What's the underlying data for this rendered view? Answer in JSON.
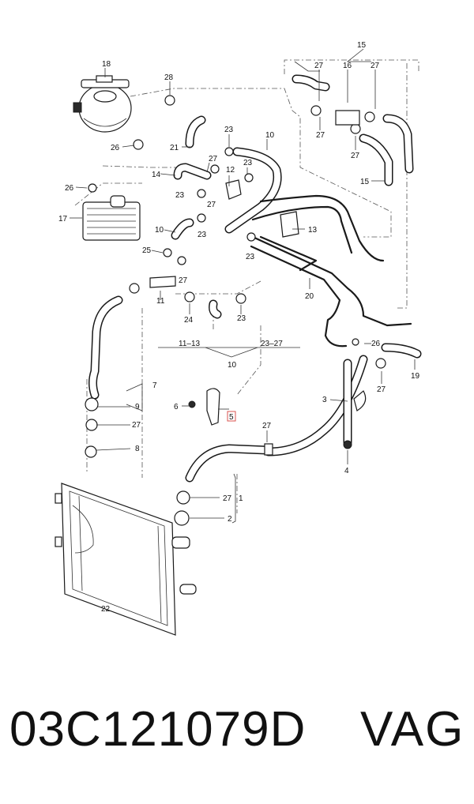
{
  "callouts": {
    "c1": "1",
    "c2": "2",
    "c3": "3",
    "c4": "4",
    "c5": "5",
    "c6": "6",
    "c7": "7",
    "c8": "8",
    "c9": "9",
    "c10_top": "10",
    "c10_mid": "10",
    "c10_bot": "10",
    "c11": "11",
    "c11_13": "11–13",
    "c12": "12",
    "c13": "13",
    "c14": "14",
    "c15_top": "15",
    "c15_bot": "15",
    "c16": "16",
    "c17": "17",
    "c18": "18",
    "c19": "19",
    "c20": "20",
    "c21": "21",
    "c22": "22",
    "c23": "23",
    "c23_27": "23–27",
    "c24": "24",
    "c25": "25",
    "c26": "26",
    "c27": "27",
    "c28": "28"
  },
  "highlight_color": "#d9534f",
  "footer": {
    "part_number": "03C121079D",
    "brand": "VAG"
  }
}
